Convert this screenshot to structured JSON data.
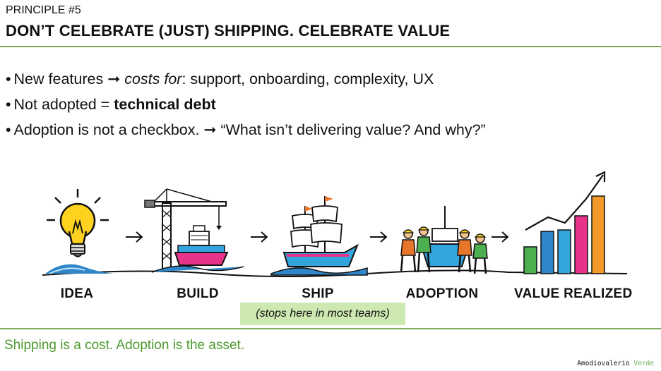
{
  "header": {
    "kicker": "PRINCIPLE #5",
    "title": "DON’T CELEBRATE (JUST) SHIPPING. CELEBRATE VALUE"
  },
  "bullets": {
    "b1_prefix": "New features",
    "b1_arrow": "➞",
    "b1_emph": "costs for",
    "b1_suffix": ": support, onboarding, complexity, UX",
    "b2_prefix": "Not adopted =",
    "b2_strong": "technical debt",
    "b3_prefix": "Adoption is not a checkbox.",
    "b3_arrow": "➞",
    "b3_quote": "“What isn’t delivering value? And why?”"
  },
  "steps": [
    {
      "label": "IDEA",
      "icon": "lightbulb-icon"
    },
    {
      "label": "BUILD",
      "icon": "crane-ship-icon"
    },
    {
      "label": "SHIP",
      "icon": "sailing-ship-icon"
    },
    {
      "label": "ADOPTION",
      "icon": "workers-ship-icon"
    },
    {
      "label": "VALUE REALIZED",
      "icon": "bar-chart-growth-icon"
    }
  ],
  "note": "(stops here in most teams)",
  "footer": "Shipping is a cost. Adoption is the asset.",
  "brand": {
    "name": "Amodiovalerio",
    "accent": "Verde"
  },
  "colors": {
    "rule": "#7bab5a",
    "footer_text": "#4e9a2e",
    "note_bg": "#cde8b0",
    "wave": "#2f86c8"
  }
}
